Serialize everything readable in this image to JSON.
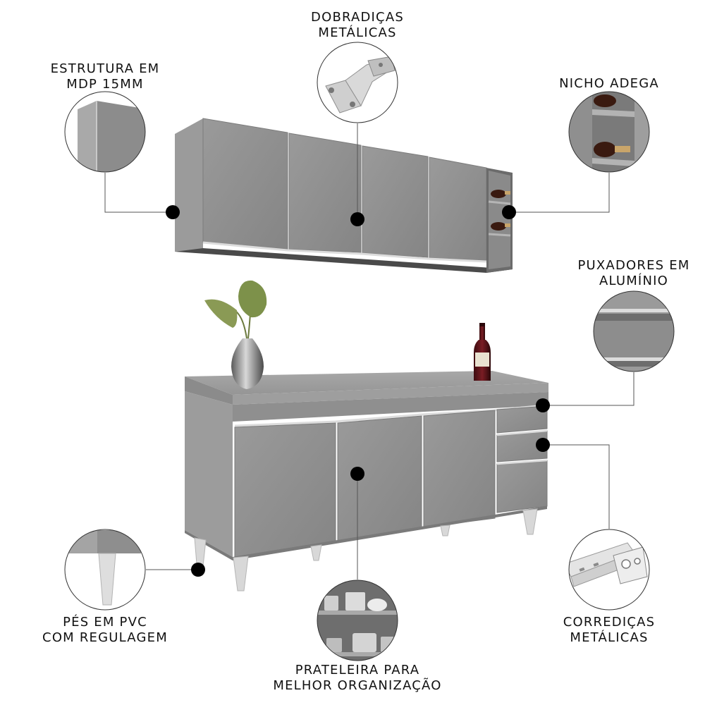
{
  "colors": {
    "cabinet": "#8e8e8e",
    "cabinet_dark": "#6f6f6f",
    "cabinet_light": "#a3a3a3",
    "handle": "#d9d9d9",
    "leader": "#555555",
    "dot": "#000000"
  },
  "callouts": [
    {
      "id": "estrutura",
      "lines": [
        "ESTRUTURA EM",
        "MDP 15MM"
      ],
      "icon": "panel-corner-icon"
    },
    {
      "id": "dobradicas",
      "lines": [
        "DOBRADIÇAS",
        "METÁLICAS"
      ],
      "icon": "hinge-icon"
    },
    {
      "id": "nicho",
      "lines": [
        "NICHO ADEGA"
      ],
      "icon": "wine-rack-icon"
    },
    {
      "id": "puxadores",
      "lines": [
        "PUXADORES EM",
        "ALUMÍNIO"
      ],
      "icon": "aluminium-handle-icon"
    },
    {
      "id": "corredicas",
      "lines": [
        "CORREDIÇAS",
        "METÁLICAS"
      ],
      "icon": "drawer-slide-icon"
    },
    {
      "id": "prateleira",
      "lines": [
        "PRATELEIRA PARA",
        "MELHOR ORGANIZAÇÃO"
      ],
      "icon": "shelf-cookware-icon"
    },
    {
      "id": "pes",
      "lines": [
        "PÉS EM PVC",
        "COM REGULAGEM"
      ],
      "icon": "pvc-foot-icon"
    }
  ]
}
